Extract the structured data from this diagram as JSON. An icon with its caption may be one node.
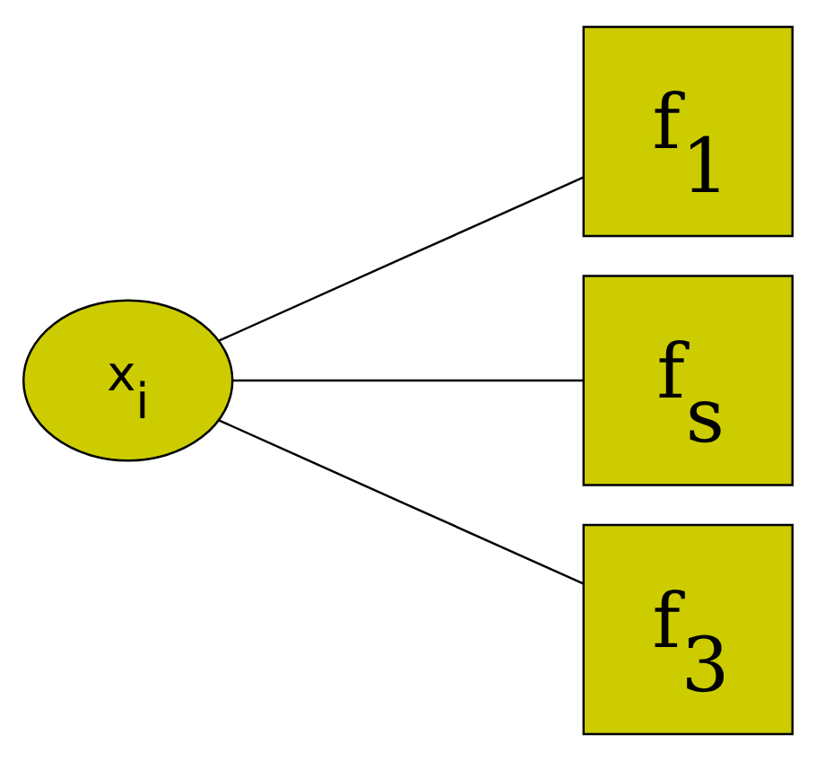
{
  "diagram": {
    "nodes": [
      {
        "text": [
          "x$_{i}$"
        ]
      },
      {
        "text": [
          "f$_{1}$"
        ]
      },
      {
        "text": [
          "f$_{s}$"
        ]
      },
      {
        "text": [
          "f$_{3}$"
        ]
      }
    ],
    "edges": [
      {
        "from": 0,
        "to": 1,
        "arrow": "none"
      },
      {
        "from": 0,
        "to": 2,
        "arrow": "none"
      },
      {
        "from": 0,
        "to": 3,
        "arrow": "none"
      }
    ]
  }
}
